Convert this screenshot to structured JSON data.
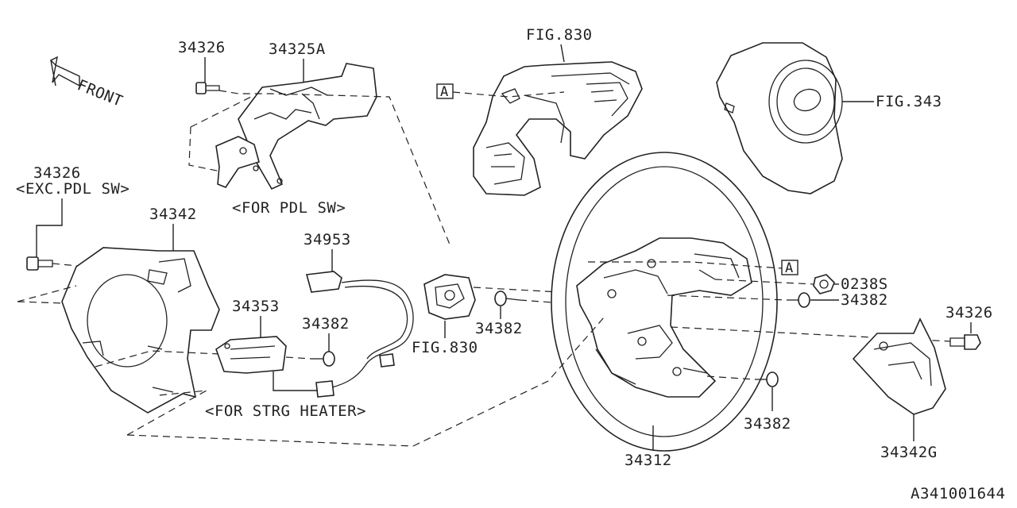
{
  "labels": {
    "front": "FRONT",
    "p34326_top": "34326",
    "p34325A": "34325A",
    "for_pdl_sw": "<FOR PDL SW>",
    "fig830_top": "FIG.830",
    "fig343": "FIG.343",
    "p34326_left": "34326",
    "exc_pdl_sw": "<EXC.PDL SW>",
    "p34342": "34342",
    "p34953": "34953",
    "p34353": "34353",
    "p34382_mid": "34382",
    "for_strg_heater": "<FOR STRG HEATER>",
    "fig830_mid": "FIG.830",
    "p34382_center": "34382",
    "ref_a_top": "A",
    "ref_a_right": "A",
    "p0238S": "0238S",
    "p34382_right": "34382",
    "p34326_right": "34326",
    "p34382_bottom": "34382",
    "p34312": "34312",
    "p34342G": "34342G",
    "doc_id": "A341001644"
  },
  "icons": [
    "front-arrow-icon"
  ]
}
